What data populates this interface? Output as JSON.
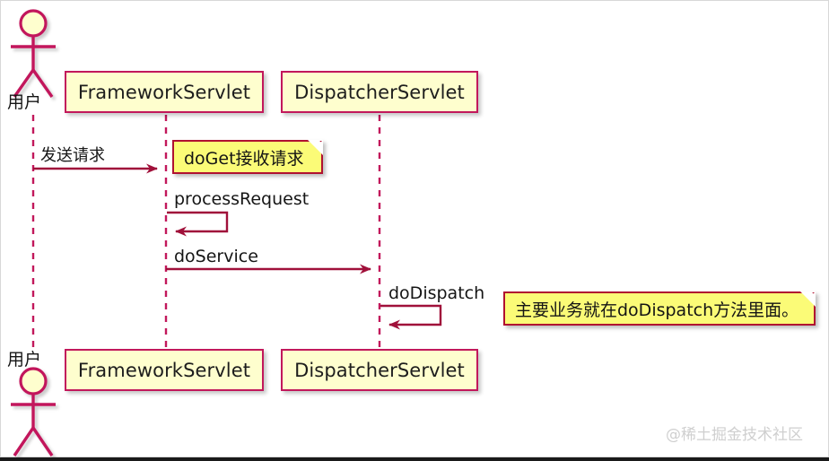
{
  "diagram": {
    "type": "uml-sequence-diagram",
    "title": "",
    "colors": {
      "participant_fill": "#FEFECE",
      "participant_border": "#C2185B",
      "note_fill": "#FBFB77",
      "note_border": "#B01030",
      "lifeline": "#C2185B",
      "arrow": "#A0103A",
      "text": "#151515",
      "watermark": "#cfcfcf",
      "background": "#FFFFFF"
    },
    "actors": [
      {
        "id": "user-top",
        "label": "用户"
      },
      {
        "id": "user-bottom",
        "label": "用户"
      }
    ],
    "participants": [
      {
        "id": "framework-servlet",
        "label": "FrameworkServlet"
      },
      {
        "id": "dispatcher-servlet",
        "label": "DispatcherServlet"
      }
    ],
    "participants_bottom": [
      {
        "id": "framework-servlet-bottom",
        "label": "FrameworkServlet"
      },
      {
        "id": "dispatcher-servlet-bottom",
        "label": "DispatcherServlet"
      }
    ],
    "messages": [
      {
        "id": "msg-1",
        "label": "发送请求",
        "from": "用户",
        "to": "FrameworkServlet",
        "kind": "call",
        "lang": "cjk"
      },
      {
        "id": "msg-2",
        "label": "processRequest",
        "from": "FrameworkServlet",
        "to": "FrameworkServlet",
        "kind": "self-call",
        "lang": "latin"
      },
      {
        "id": "msg-3",
        "label": "doService",
        "from": "FrameworkServlet",
        "to": "DispatcherServlet",
        "kind": "call",
        "lang": "latin"
      },
      {
        "id": "msg-4",
        "label": "doDispatch",
        "from": "DispatcherServlet",
        "to": "DispatcherServlet",
        "kind": "self-call",
        "lang": "latin"
      }
    ],
    "notes": [
      {
        "id": "note-1",
        "label": "doGet接收请求",
        "attached_to": "FrameworkServlet"
      },
      {
        "id": "note-2",
        "label": "主要业务就在doDispatch方法里面。",
        "attached_to": "DispatcherServlet"
      }
    ],
    "watermark": "@稀土掘金技术社区"
  }
}
